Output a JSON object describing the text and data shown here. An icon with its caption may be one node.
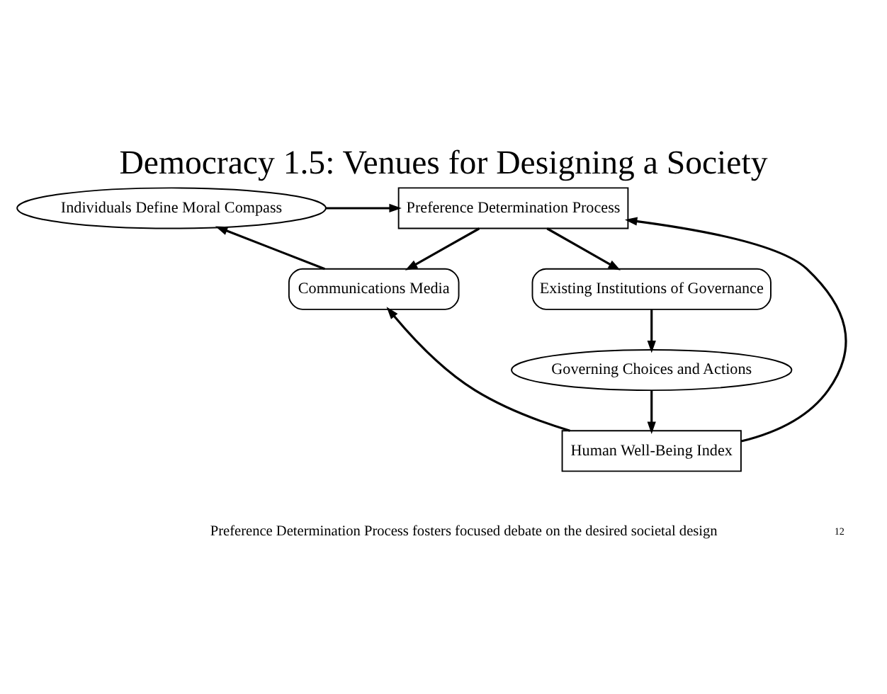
{
  "diagram": {
    "title": "Democracy 1.5: Venues for Designing a Society",
    "caption": "Preference Determination Process fosters focused debate on the desired societal design",
    "nodes": [
      {
        "text": [
          "Individuals Define Moral Compass"
        ]
      },
      {
        "text": [
          "Preference Determination Process"
        ]
      },
      {
        "text": [
          "Existing Institutions of Governance"
        ]
      },
      {
        "text": [
          "Communications Media"
        ]
      },
      {
        "text": [
          "Governing Choices and Actions"
        ]
      },
      {
        "text": [
          "Human Well-Being Index"
        ]
      }
    ],
    "edges": [
      {
        "from": 0,
        "to": 1,
        "arrow": "to"
      },
      {
        "from": 1,
        "to": 2,
        "arrow": "to"
      },
      {
        "from": 2,
        "to": 4,
        "arrow": "to"
      },
      {
        "from": 4,
        "to": 5,
        "arrow": "to"
      },
      {
        "from": 5,
        "to": 1,
        "arrow": "to"
      },
      {
        "from": 5,
        "to": 3,
        "arrow": "to"
      },
      {
        "from": 1,
        "to": 3,
        "arrow": "to"
      },
      {
        "from": 3,
        "to": 0,
        "arrow": "to"
      }
    ],
    "labels": [
      "12"
    ]
  }
}
